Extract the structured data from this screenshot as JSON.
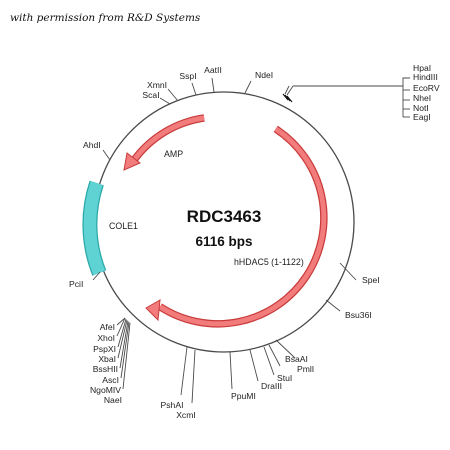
{
  "credit": "with permission from R&D Systems",
  "plasmid": {
    "name": "RDC3463",
    "size": "6116 bps"
  },
  "features": {
    "amp": "AMP",
    "cole1": "COLE1",
    "insert": "hHDAC5 (1-1122)"
  },
  "colors": {
    "backbone": "#4a4a4a",
    "insert_fill": "#f27c7c",
    "insert_stroke": "#c93c3c",
    "ori_fill": "#5fd3d3",
    "ori_stroke": "#2aa8a8"
  },
  "sites": {
    "aatII": "AatII",
    "sspI": "SspI",
    "xmnI": "XmnI",
    "scaI": "ScaI",
    "ndeI": "NdeI",
    "ahdI": "AhdI",
    "pciI": "PciI",
    "speI": "SpeI",
    "bsu36I": "Bsu36I",
    "mcs_right": [
      "HpaI",
      "HindIII",
      "EcoRV",
      "NheI",
      "NotI",
      "EagI"
    ],
    "mcs_left": [
      "AfeI",
      "XhoI",
      "PspXI",
      "XbaI",
      "BssHII",
      "AscI",
      "NgoMIV",
      "NaeI"
    ],
    "bsaAI": "BsaAI",
    "pmlI": "PmlI",
    "stuI": "StuI",
    "draIII": "DraIII",
    "ppuMI": "PpuMI",
    "pshAI": "PshAI",
    "xcmI": "XcmI"
  }
}
